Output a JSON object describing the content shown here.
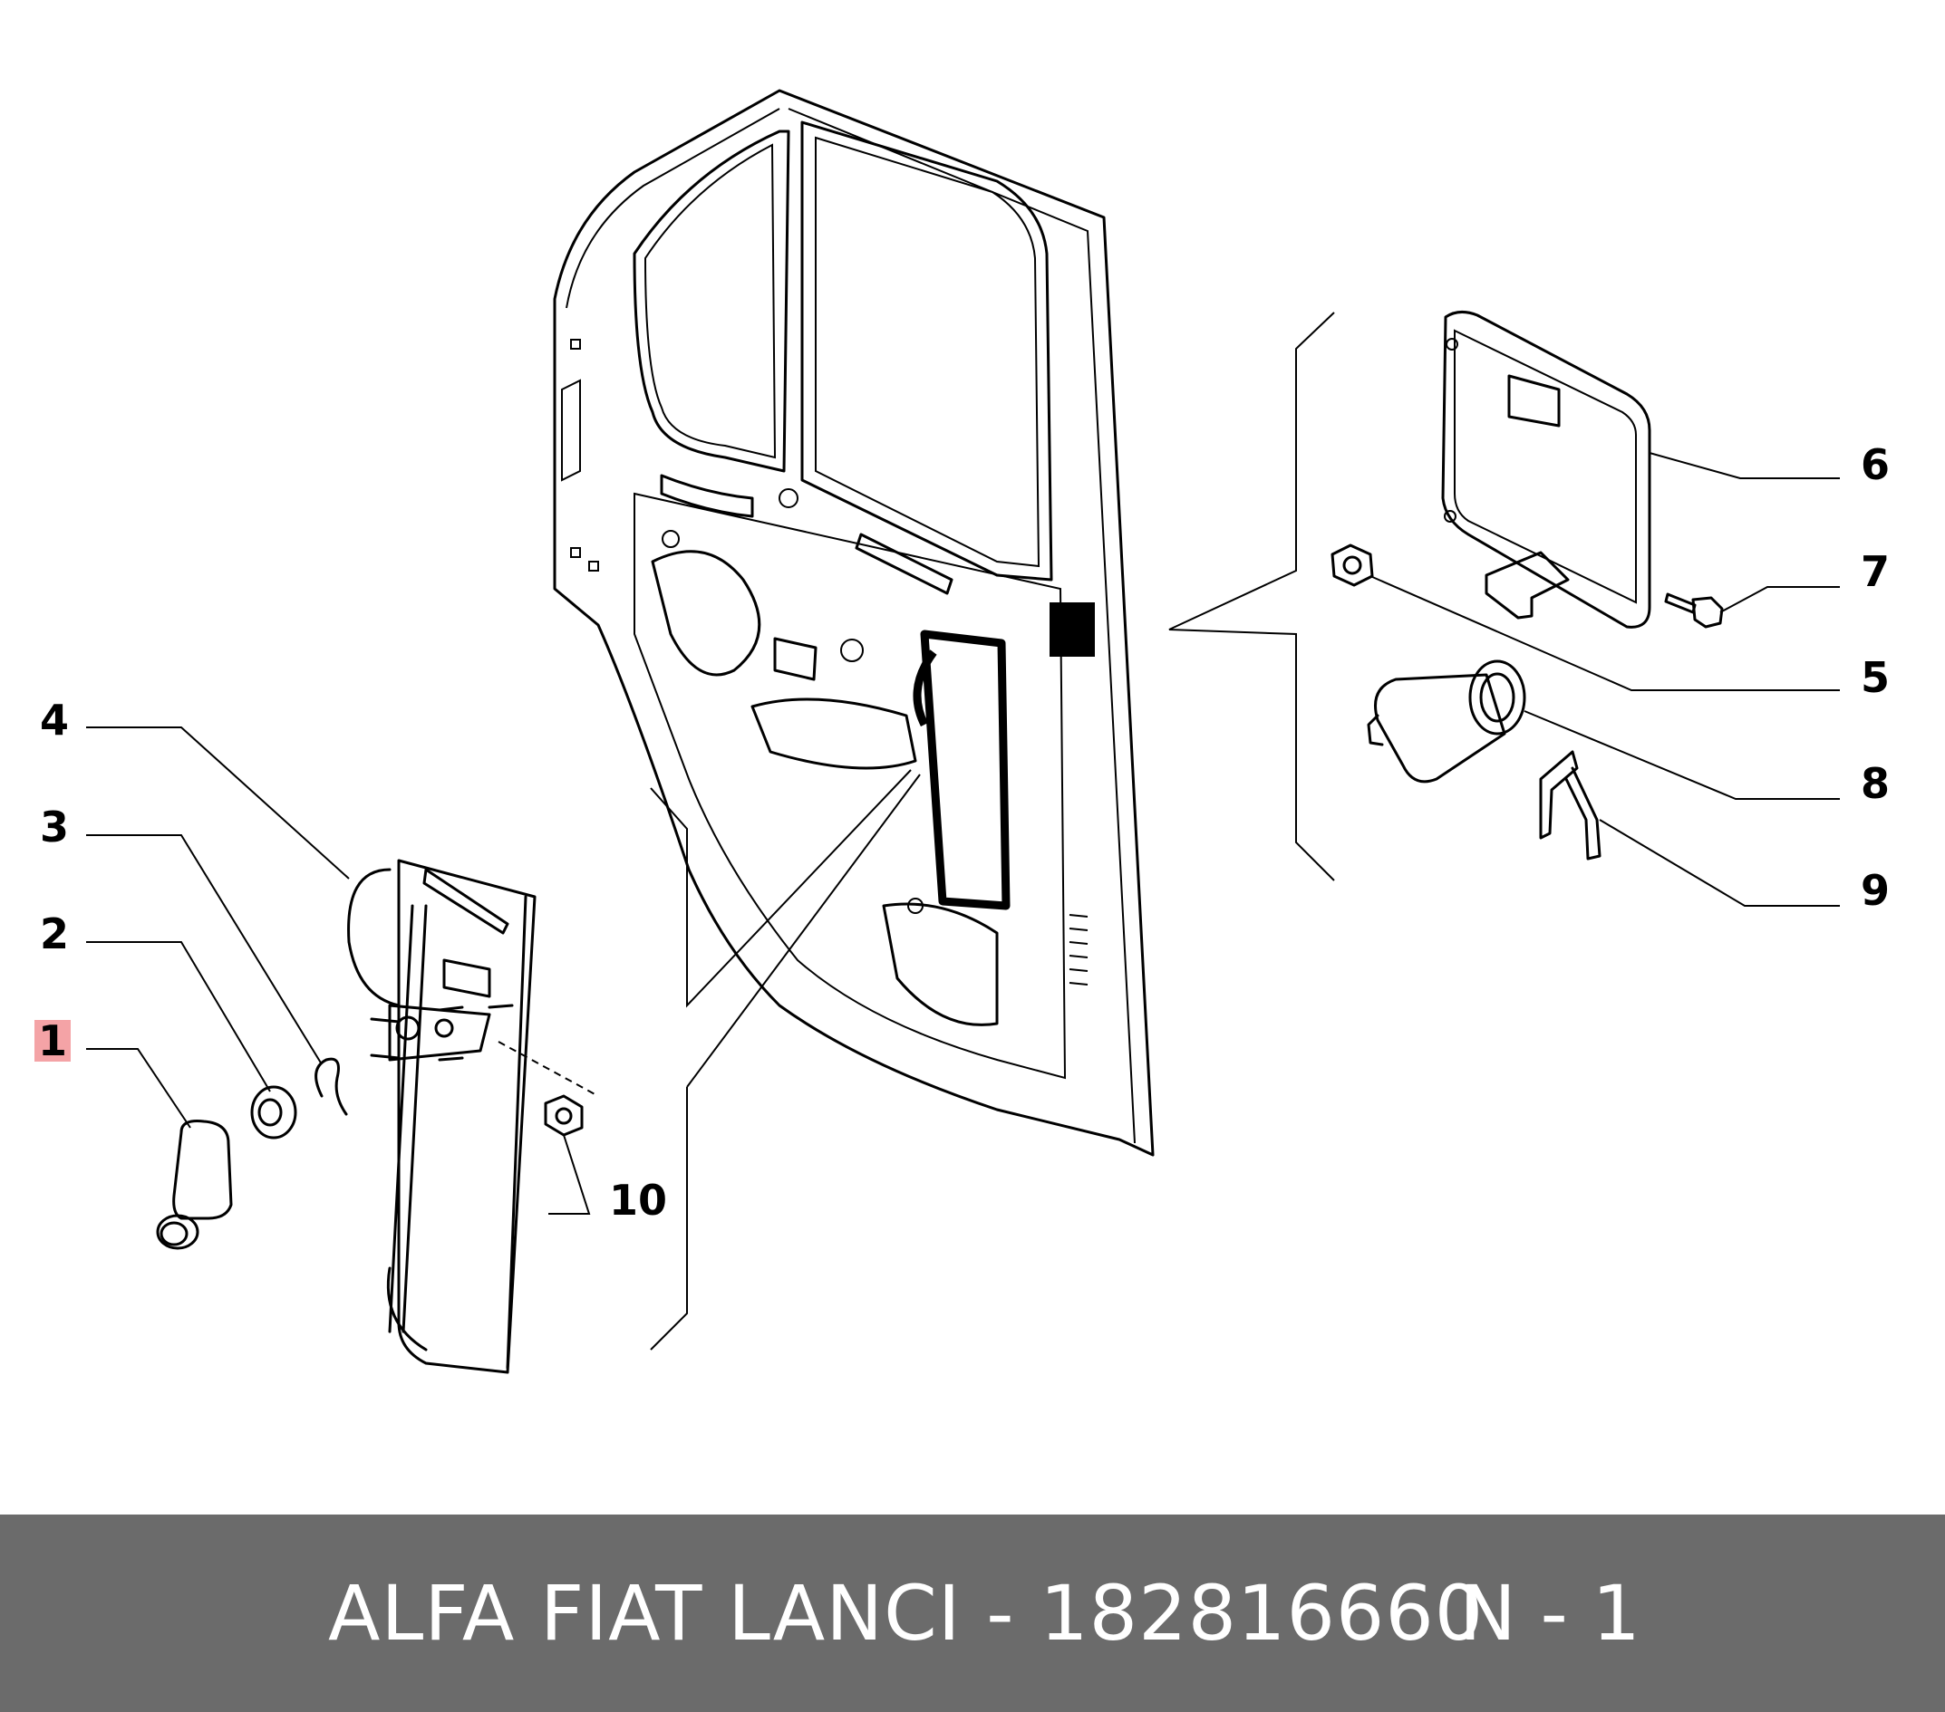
{
  "callouts": [
    {
      "id": "c1",
      "label": "1",
      "highlighted": true
    },
    {
      "id": "c2",
      "label": "2"
    },
    {
      "id": "c3",
      "label": "3"
    },
    {
      "id": "c4",
      "label": "4"
    },
    {
      "id": "c5",
      "label": "5"
    },
    {
      "id": "c6",
      "label": "6"
    },
    {
      "id": "c7",
      "label": "7"
    },
    {
      "id": "c8",
      "label": "8"
    },
    {
      "id": "c9",
      "label": "9"
    },
    {
      "id": "c10",
      "label": "10"
    }
  ],
  "footer": {
    "part_text": "ALFA FIAT LANCI - 182816660",
    "qty_text": "N - 1"
  },
  "colors": {
    "footer_bg": "#6b6b6b",
    "highlight": "#f4a3a6"
  }
}
